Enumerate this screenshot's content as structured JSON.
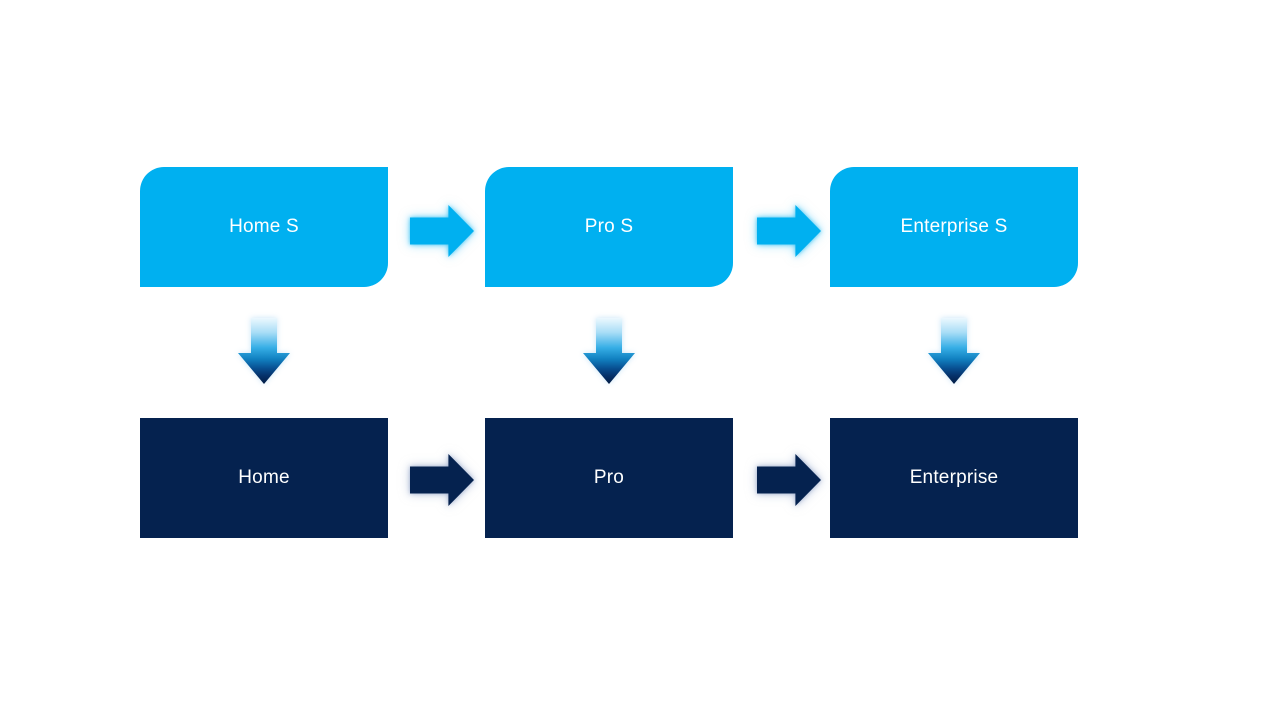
{
  "diagram": {
    "top_row": [
      {
        "label": "Home S"
      },
      {
        "label": "Pro S"
      },
      {
        "label": "Enterprise S"
      }
    ],
    "bottom_row": [
      {
        "label": "Home"
      },
      {
        "label": "Pro"
      },
      {
        "label": "Enterprise"
      }
    ],
    "colors": {
      "top_box": "#00B0F0",
      "bottom_box": "#05224F",
      "label_text": "#FFFFFF",
      "background": "#FFFFFF"
    }
  }
}
